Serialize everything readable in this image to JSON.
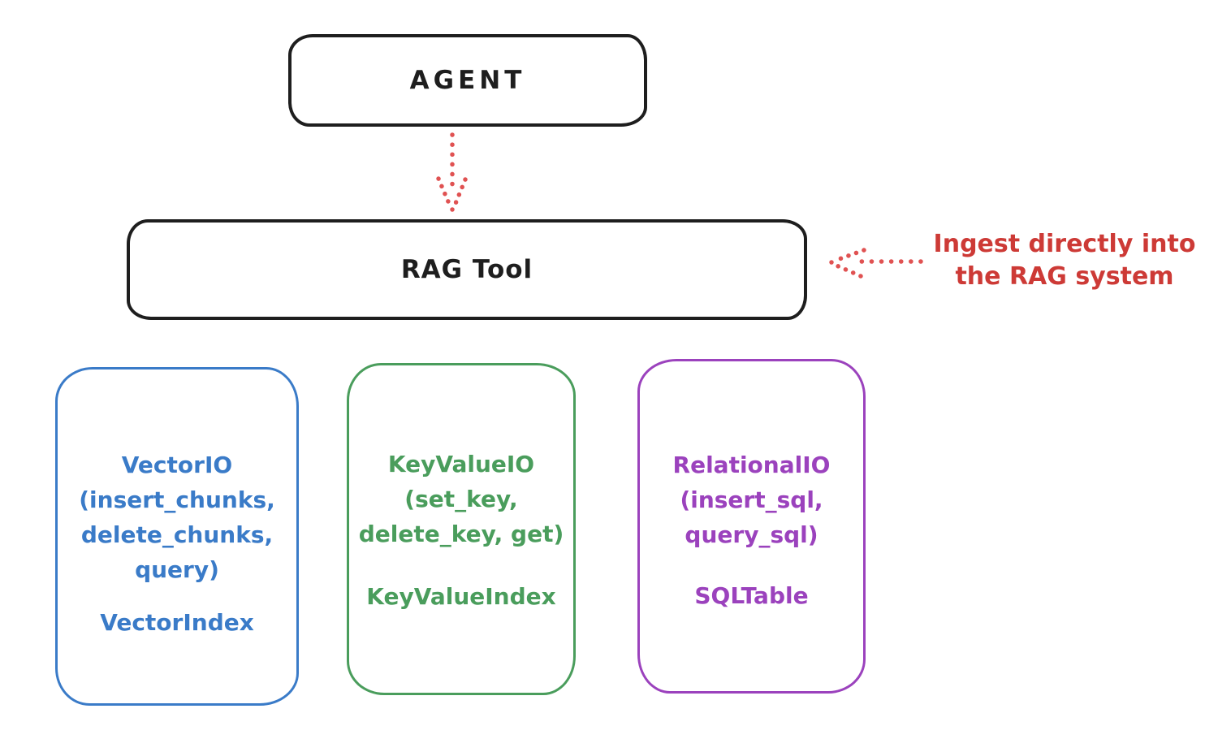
{
  "colors": {
    "ink": "#1e1e1e",
    "red-arrow": "#e05252",
    "red-text": "#cd3a36",
    "blue": "#3a7bc8",
    "green": "#4a9d5c",
    "purple": "#9b42bd"
  },
  "nodes": {
    "agent": {
      "label": "AGENT"
    },
    "rag_tool": {
      "label": "RAG Tool"
    }
  },
  "annotation": {
    "line1": "Ingest directly into",
    "line2": "the RAG system"
  },
  "backends": [
    {
      "id": "vector-io",
      "color": "#3a7bc8",
      "lines": [
        "VectorIO",
        "(insert_chunks,",
        "delete_chunks,",
        "query)"
      ],
      "index_label": "VectorIndex"
    },
    {
      "id": "keyvalue-io",
      "color": "#4a9d5c",
      "lines": [
        "KeyValueIO",
        "(set_key,",
        "delete_key, get)"
      ],
      "index_label": "KeyValueIndex"
    },
    {
      "id": "relational-io",
      "color": "#9b42bd",
      "lines": [
        "RelationalIO",
        "(insert_sql,",
        "query_sql)"
      ],
      "index_label": "SQLTable"
    }
  ]
}
